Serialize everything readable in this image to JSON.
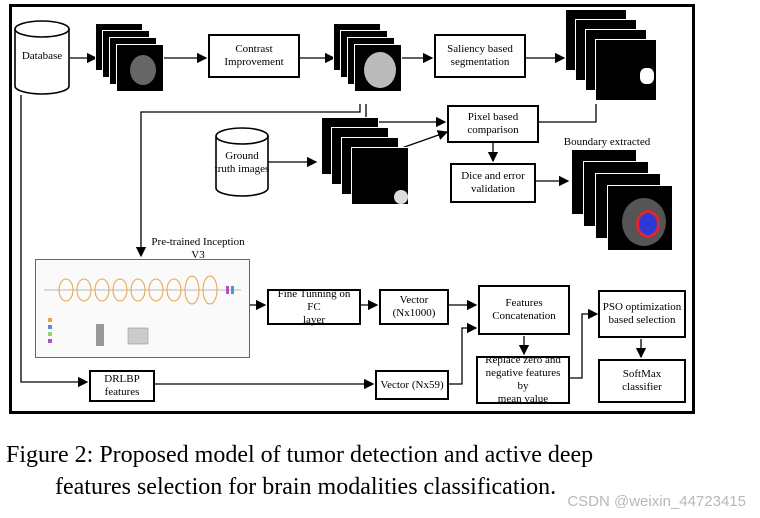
{
  "figure": {
    "nodes": {
      "database": "Database",
      "contrast": "Contrast\nImprovement",
      "saliency": "Saliency based\nsegmentation",
      "ground_truth": "Ground\ntruth images",
      "pixel_comparison": "Pixel based\ncomparison",
      "boundary": "Boundary extracted",
      "dice": "Dice and error\nvalidation",
      "pretrained": "Pre-trained Inception\nV3",
      "fine_tuning": "Fine Tunning on FC\nlayer",
      "vector_1000": "Vector\n(Nx1000)",
      "features_concat": "Features\nConcatenation",
      "pso": "PSO optimization\nbased selection",
      "replace_zero": "Replace zero and\nnegative features by\nmean value",
      "softmax": "SoftMax classifier",
      "drlbp": "DRLBP features",
      "vector_59": "Vector (Nx59)"
    },
    "caption_line1": "Figure 2: Proposed model of tumor detection and active deep",
    "caption_line2": "features selection for brain modalities classification.",
    "watermark": "CSDN @weixin_44723415"
  }
}
